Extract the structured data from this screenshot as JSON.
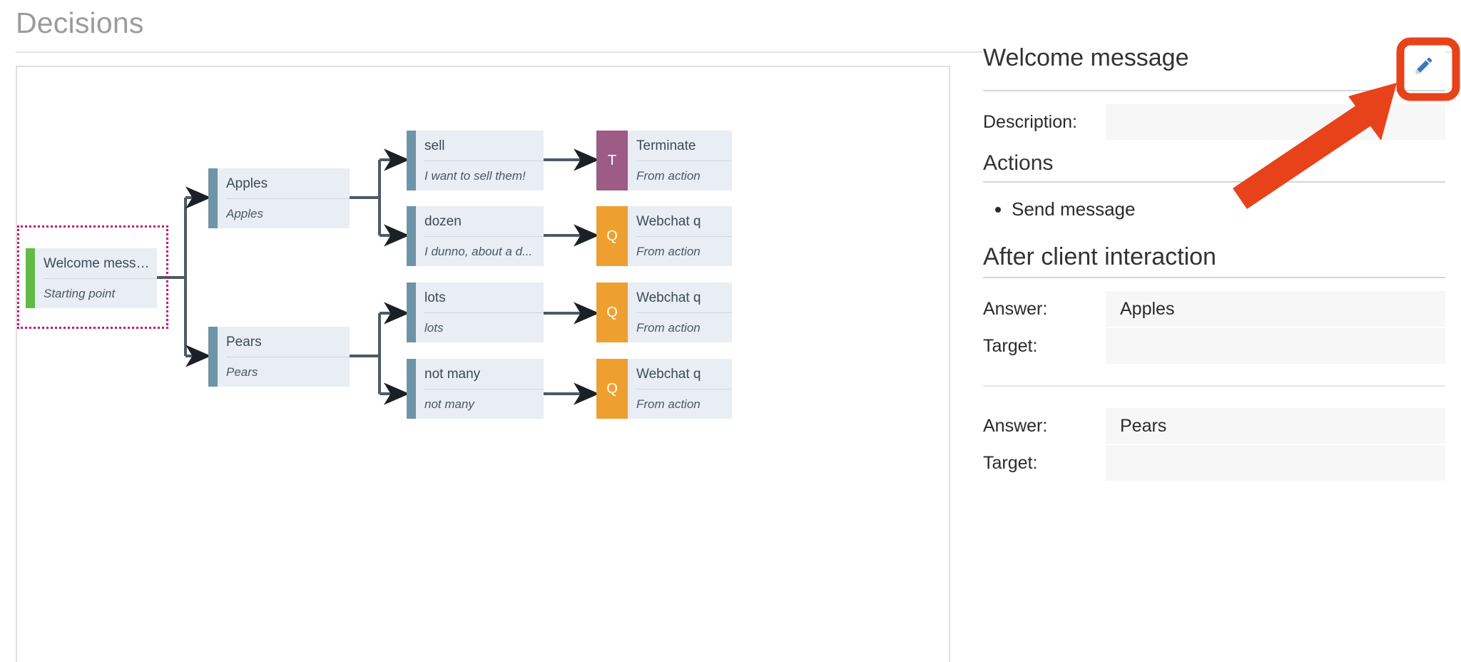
{
  "page": {
    "title": "Decisions"
  },
  "flow": {
    "nodes": [
      {
        "id": "welcome",
        "title": "Welcome message",
        "subtitle": "Starting point",
        "accent": "green",
        "badge": "",
        "selected": true
      },
      {
        "id": "apples",
        "title": "Apples",
        "subtitle": "Apples",
        "accent": "steelblue",
        "badge": "",
        "selected": false
      },
      {
        "id": "pears",
        "title": "Pears",
        "subtitle": "Pears",
        "accent": "steelblue",
        "badge": "",
        "selected": false
      },
      {
        "id": "sell",
        "title": "sell",
        "subtitle": "I want to sell them!",
        "accent": "steelblue",
        "badge": "",
        "selected": false
      },
      {
        "id": "dozen",
        "title": "dozen",
        "subtitle": "I dunno, about a d...",
        "accent": "steelblue",
        "badge": "",
        "selected": false
      },
      {
        "id": "lots",
        "title": "lots",
        "subtitle": "lots",
        "accent": "steelblue",
        "badge": "",
        "selected": false
      },
      {
        "id": "notmany",
        "title": "not many",
        "subtitle": "not many",
        "accent": "steelblue",
        "badge": "",
        "selected": false
      },
      {
        "id": "term1",
        "title": "Terminate",
        "subtitle": "From action",
        "accent": "purple",
        "badge": "T",
        "selected": false
      },
      {
        "id": "web1",
        "title": "Webchat q",
        "subtitle": "From action",
        "accent": "orange",
        "badge": "Q",
        "selected": false
      },
      {
        "id": "web2",
        "title": "Webchat q",
        "subtitle": "From action",
        "accent": "orange",
        "badge": "Q",
        "selected": false
      },
      {
        "id": "web3",
        "title": "Webchat q",
        "subtitle": "From action",
        "accent": "orange",
        "badge": "Q",
        "selected": false
      }
    ],
    "colors": {
      "node_fill": "#e8eef4",
      "accent_steelblue": "#6e94a8",
      "accent_green": "#62bb46",
      "badge_terminate": "#9c5c86",
      "badge_webchat": "#eda030",
      "connector": "#4c5a66",
      "selection": "#c2186f"
    }
  },
  "details": {
    "heading": "Welcome message",
    "edit_icon": "pencil-icon",
    "description_label": "Description:",
    "description_value": "",
    "actions_heading": "Actions",
    "actions": [
      "Send message"
    ],
    "after_interaction_heading": "After client interaction",
    "branches": [
      {
        "answer_label": "Answer:",
        "answer_value": "Apples",
        "target_label": "Target:",
        "target_value": ""
      },
      {
        "answer_label": "Answer:",
        "answer_value": "Pears",
        "target_label": "Target:",
        "target_value": ""
      }
    ]
  },
  "annotation": {
    "highlight_color": "#e8421b",
    "arrow_color": "#e8421b"
  }
}
